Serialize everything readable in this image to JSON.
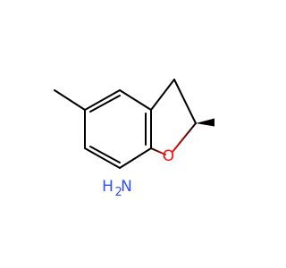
{
  "colors": {
    "background": "#ffffff",
    "bond": "#000000",
    "oxygen": "#ff0d0d",
    "nitrogen": "#3050f8"
  },
  "atoms": {
    "oxygen_label": "O",
    "amine_h_label": "H",
    "amine_subscript": "2",
    "amine_n_label": "N"
  }
}
